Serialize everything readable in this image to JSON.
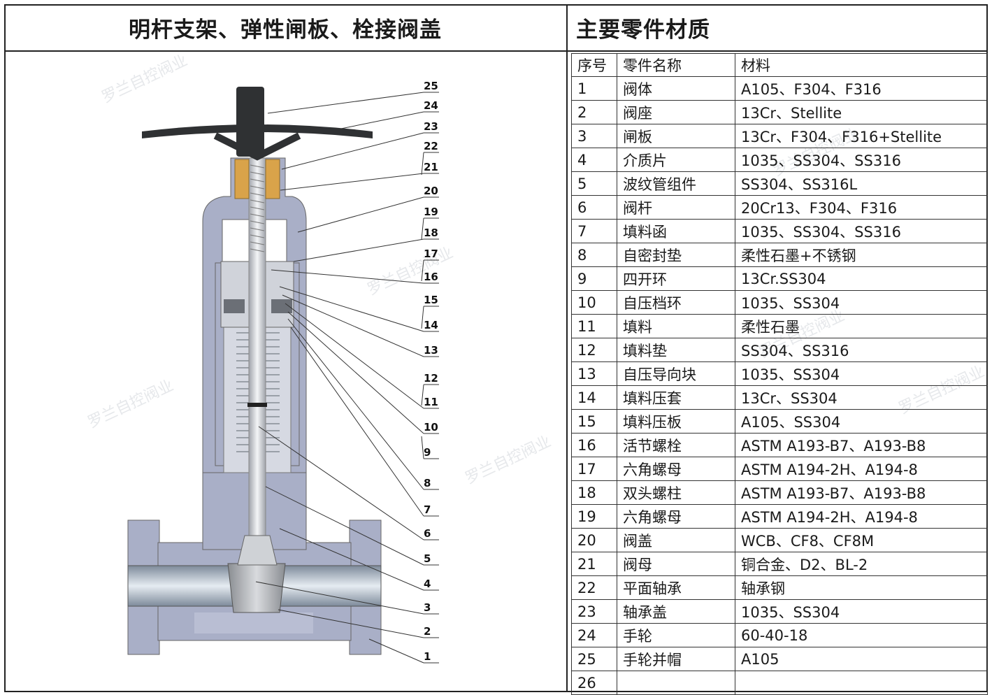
{
  "left_title": "明杆支架、弹性闸板、栓接阀盖",
  "right_title": "主要零件材质",
  "table_headers": [
    "序号",
    "零件名称",
    "材料"
  ],
  "parts": [
    {
      "no": "1",
      "name": "阀体",
      "material": "A105、F304、F316"
    },
    {
      "no": "2",
      "name": "阀座",
      "material": "13Cr、Stellite"
    },
    {
      "no": "3",
      "name": "闸板",
      "material": "13Cr、F304、F316+Stellite"
    },
    {
      "no": "4",
      "name": "介质片",
      "material": "1035、SS304、SS316"
    },
    {
      "no": "5",
      "name": "波纹管组件",
      "material": "SS304、SS316L"
    },
    {
      "no": "6",
      "name": "阀杆",
      "material": "20Cr13、F304、F316"
    },
    {
      "no": "7",
      "name": "填料函",
      "material": "1035、SS304、SS316"
    },
    {
      "no": "8",
      "name": "自密封垫",
      "material": "柔性石墨+不锈钢"
    },
    {
      "no": "9",
      "name": "四开环",
      "material": "13Cr.SS304"
    },
    {
      "no": "10",
      "name": "自压档环",
      "material": "1035、SS304"
    },
    {
      "no": "11",
      "name": "填料",
      "material": "柔性石墨"
    },
    {
      "no": "12",
      "name": "填料垫",
      "material": "SS304、SS316"
    },
    {
      "no": "13",
      "name": "自压导向块",
      "material": "1035、SS304"
    },
    {
      "no": "14",
      "name": "填料压套",
      "material": "13Cr、SS304"
    },
    {
      "no": "15",
      "name": "填料压板",
      "material": "A105、SS304"
    },
    {
      "no": "16",
      "name": "活节螺栓",
      "material": "ASTM A193-B7、A193-B8"
    },
    {
      "no": "17",
      "name": "六角螺母",
      "material": "ASTM A194-2H、A194-8"
    },
    {
      "no": "18",
      "name": "双头螺柱",
      "material": "ASTM A193-B7、A193-B8"
    },
    {
      "no": "19",
      "name": "六角螺母",
      "material": "ASTM A194-2H、A194-8"
    },
    {
      "no": "20",
      "name": "阀盖",
      "material": "WCB、CF8、CF8M"
    },
    {
      "no": "21",
      "name": "阀母",
      "material": "铜合金、D2、BL-2"
    },
    {
      "no": "22",
      "name": "平面轴承",
      "material": "轴承钢"
    },
    {
      "no": "23",
      "name": "轴承盖",
      "material": "1035、SS304"
    },
    {
      "no": "24",
      "name": "手轮",
      "material": "60-40-18"
    },
    {
      "no": "25",
      "name": "手轮并帽",
      "material": "A105"
    },
    {
      "no": "26",
      "name": "",
      "material": ""
    }
  ],
  "callouts": [
    "25",
    "24",
    "23",
    "22",
    "21",
    "20",
    "19",
    "18",
    "17",
    "16",
    "15",
    "14",
    "13",
    "12",
    "11",
    "10",
    "9",
    "8",
    "7",
    "6",
    "5",
    "4",
    "3",
    "2",
    "1"
  ],
  "watermark_text": "罗兰自控阀业",
  "colors": {
    "body": "#a9afc7",
    "body_dark": "#8c93ad",
    "handwheel": "#2f3133",
    "brass": "#d9a34a",
    "stem": "#e4e6ea",
    "line": "#333"
  }
}
